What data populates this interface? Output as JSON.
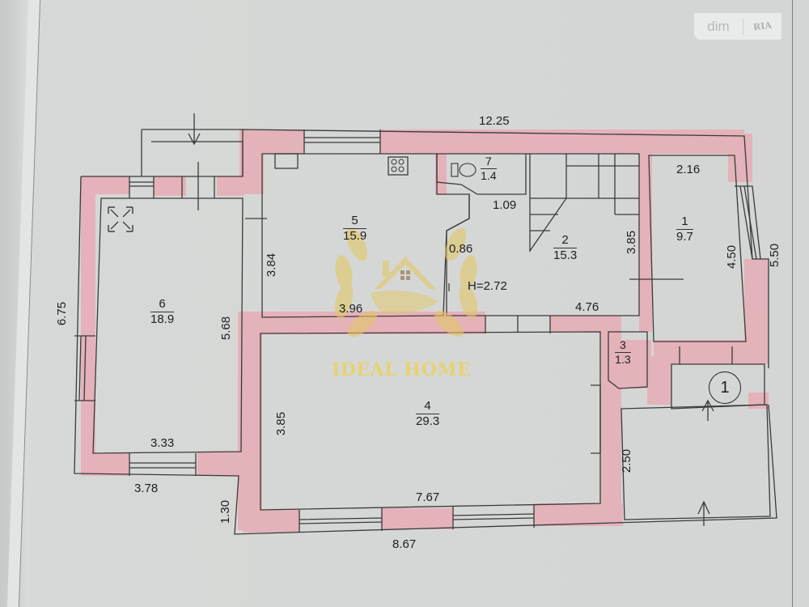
{
  "watermarks": {
    "site_logo_left": "dim",
    "site_logo_right": "RIA",
    "agency_name": "IDEAL HOME"
  },
  "plan": {
    "overall_dimensions": {
      "top_width": "12.25",
      "bottom_width": "8.67",
      "left_height": "6.75",
      "right_height": "5.50",
      "left_block_bottom": "3.78",
      "bottom_step": "1.30"
    },
    "rooms": [
      {
        "num": "1",
        "area": "9.7"
      },
      {
        "num": "2",
        "area": "15.3"
      },
      {
        "num": "3",
        "area": "1.3"
      },
      {
        "num": "4",
        "area": "29.3"
      },
      {
        "num": "5",
        "area": "15.9"
      },
      {
        "num": "6",
        "area": "18.9"
      },
      {
        "num": "7",
        "area": "1.4"
      }
    ],
    "inner_dimensions": {
      "room1_width": "2.16",
      "room1_height": "4.50",
      "room2_height": "3.85",
      "room2_width": "4.76",
      "room4_height": "3.85",
      "room4_width": "7.67",
      "room5_height": "3.84",
      "room5_width": "3.96",
      "room6_height": "5.68",
      "room6_width": "3.33",
      "toilet_passage": "1.09",
      "passage_width": "0.86",
      "ceiling_height": "H=2.72",
      "porch_height": "2.50"
    },
    "section_marker": "1"
  },
  "colors": {
    "wall_hatch": "#eaa6b0",
    "line": "#3a3a3a",
    "paper": "#d4d6d5",
    "watermark_gold": "#e8d26a"
  }
}
